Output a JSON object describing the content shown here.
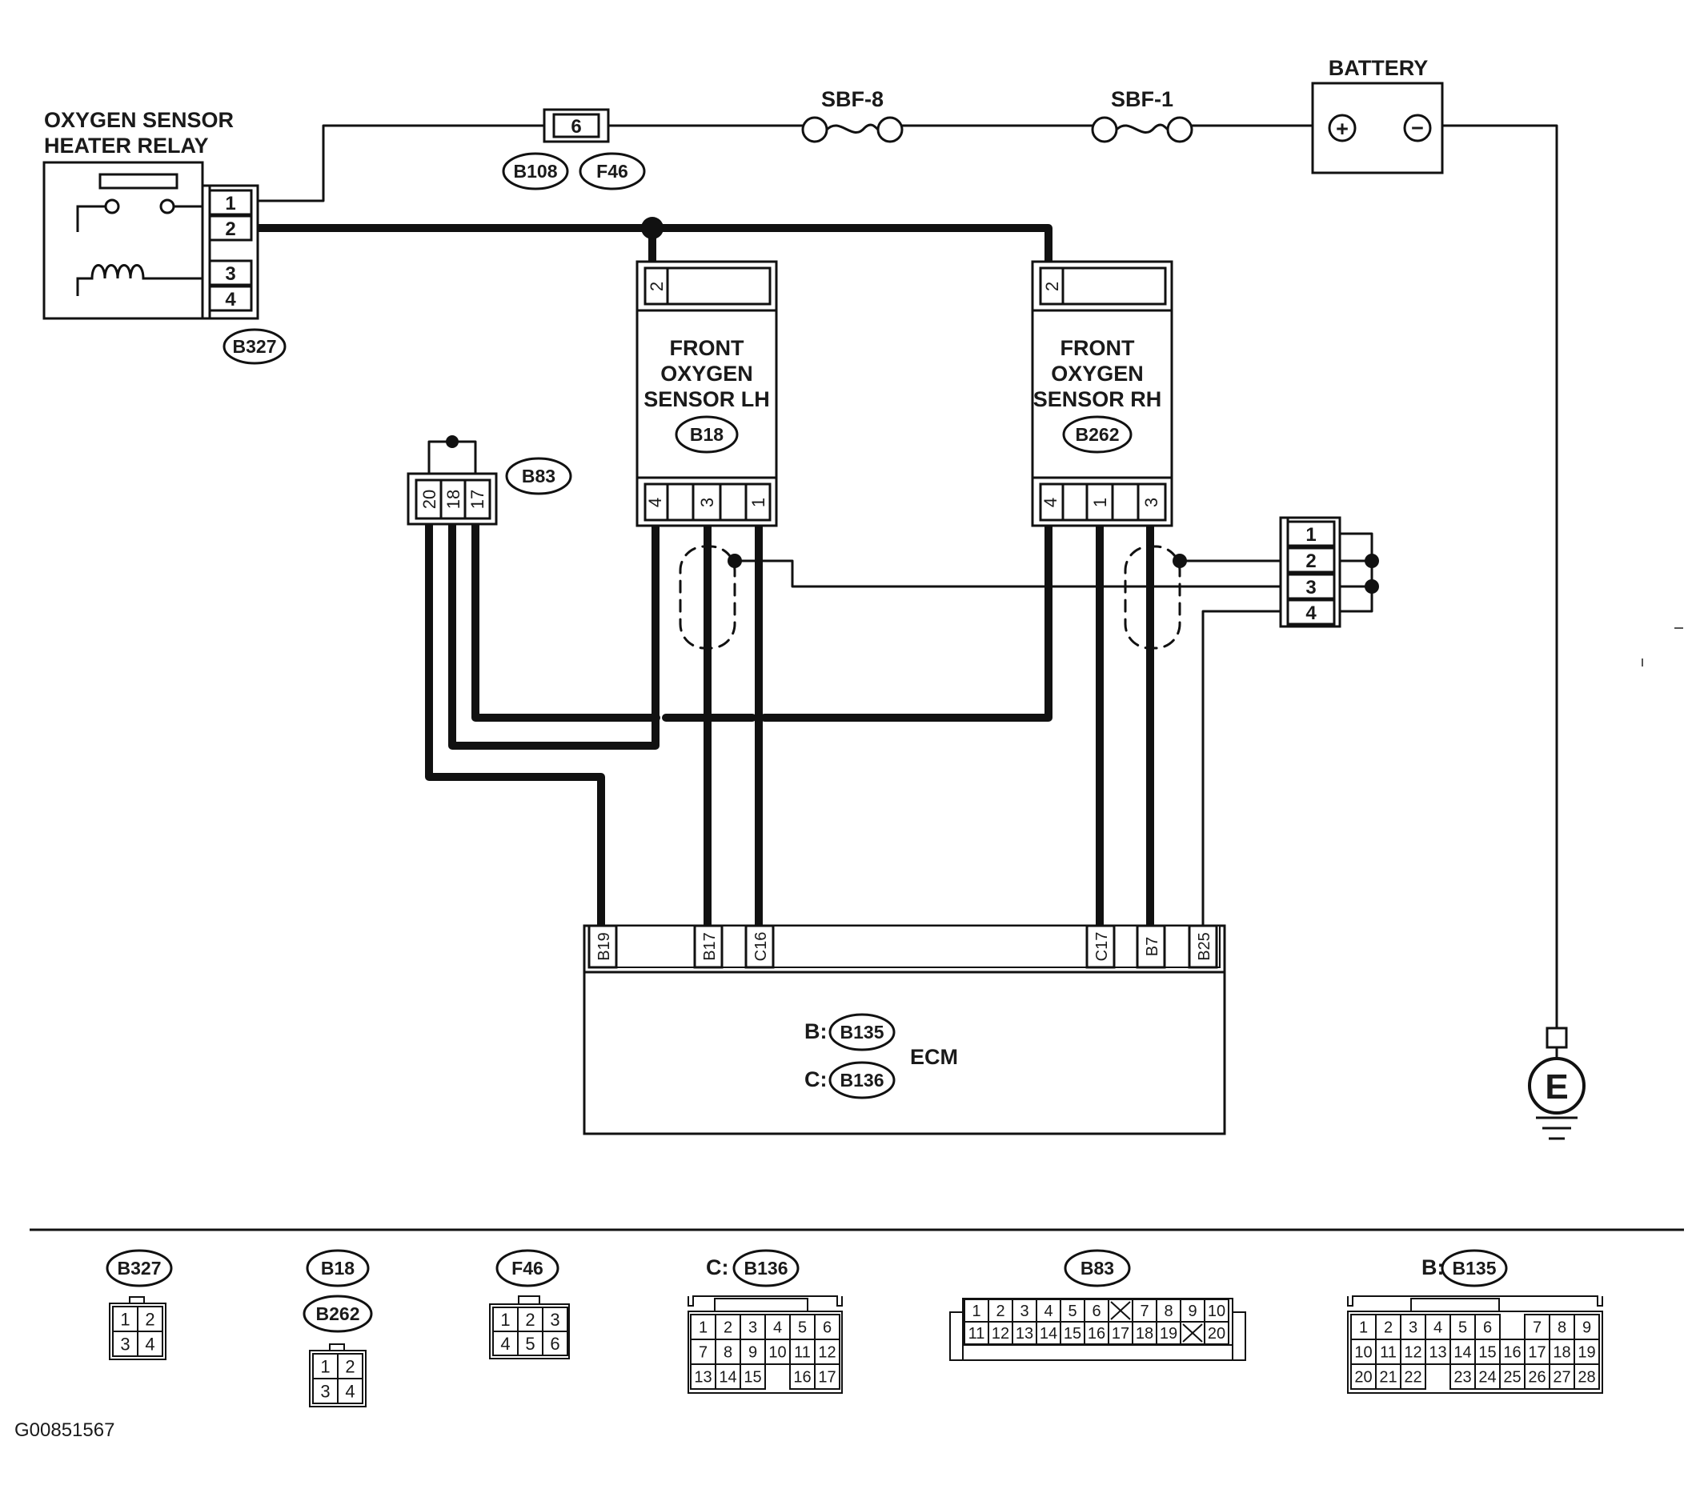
{
  "relay": {
    "title": [
      "OXYGEN SENSOR",
      "HEATER RELAY"
    ],
    "connector": "B327",
    "pins": [
      "1",
      "2",
      "3",
      "4"
    ]
  },
  "fuse": {
    "pin": "6",
    "connectors": [
      "B108",
      "F46"
    ]
  },
  "sbf8": "SBF-8",
  "sbf1": "SBF-1",
  "battery": {
    "label": "BATTERY",
    "plus": "+",
    "minus": "−"
  },
  "sensor_lh": {
    "title": [
      "FRONT",
      "OXYGEN",
      "SENSOR LH"
    ],
    "connector": "B18",
    "top_pin": "2",
    "bottom_pins": [
      "4",
      "3",
      "1"
    ]
  },
  "sensor_rh": {
    "title": [
      "FRONT",
      "OXYGEN",
      "SENSOR RH"
    ],
    "connector": "B262",
    "top_pin": "2",
    "bottom_pins": [
      "4",
      "1",
      "3"
    ]
  },
  "b83": {
    "connector": "B83",
    "pins": [
      "20",
      "18",
      "17"
    ]
  },
  "joint": {
    "pins": [
      "1",
      "2",
      "3",
      "4"
    ]
  },
  "ecm": {
    "label": "ECM",
    "terminals": [
      "B19",
      "B17",
      "C16",
      "C17",
      "B7",
      "B25"
    ],
    "b_prefix": "B:",
    "b_conn": "B135",
    "c_prefix": "C:",
    "c_conn": "B136"
  },
  "ground": "E",
  "legend": {
    "b327": {
      "name": "B327",
      "rows": [
        [
          "1",
          "2"
        ],
        [
          "3",
          "4"
        ]
      ]
    },
    "b18": {
      "names": [
        "B18",
        "B262"
      ],
      "rows": [
        [
          "1",
          "2"
        ],
        [
          "3",
          "4"
        ]
      ]
    },
    "f46": {
      "name": "F46",
      "rows": [
        [
          "1",
          "2",
          "3"
        ],
        [
          "4",
          "5",
          "6"
        ]
      ]
    },
    "b136": {
      "prefix": "C:",
      "name": "B136",
      "rows": [
        [
          "1",
          "2",
          "3",
          "4",
          "5",
          "6"
        ],
        [
          "7",
          "8",
          "9",
          "10",
          "11",
          "12"
        ],
        [
          "13",
          "14",
          "15",
          "",
          "16",
          "17"
        ]
      ]
    },
    "b83": {
      "name": "B83",
      "rows": [
        [
          "1",
          "2",
          "3",
          "4",
          "5",
          "6",
          "",
          "7",
          "8",
          "9",
          "10"
        ],
        [
          "11",
          "12",
          "13",
          "14",
          "15",
          "16",
          "17",
          "18",
          "19",
          "",
          "20"
        ]
      ]
    },
    "b135": {
      "prefix": "B:",
      "name": "B135",
      "rows": [
        [
          "1",
          "2",
          "3",
          "4",
          "5",
          "6",
          "",
          "7",
          "8",
          "9"
        ],
        [
          "10",
          "11",
          "12",
          "13",
          "14",
          "15",
          "16",
          "17",
          "18",
          "19"
        ],
        [
          "20",
          "21",
          "22",
          "",
          "23",
          "24",
          "25",
          "26",
          "27",
          "28"
        ]
      ]
    }
  },
  "diagram_code": "G00851567"
}
